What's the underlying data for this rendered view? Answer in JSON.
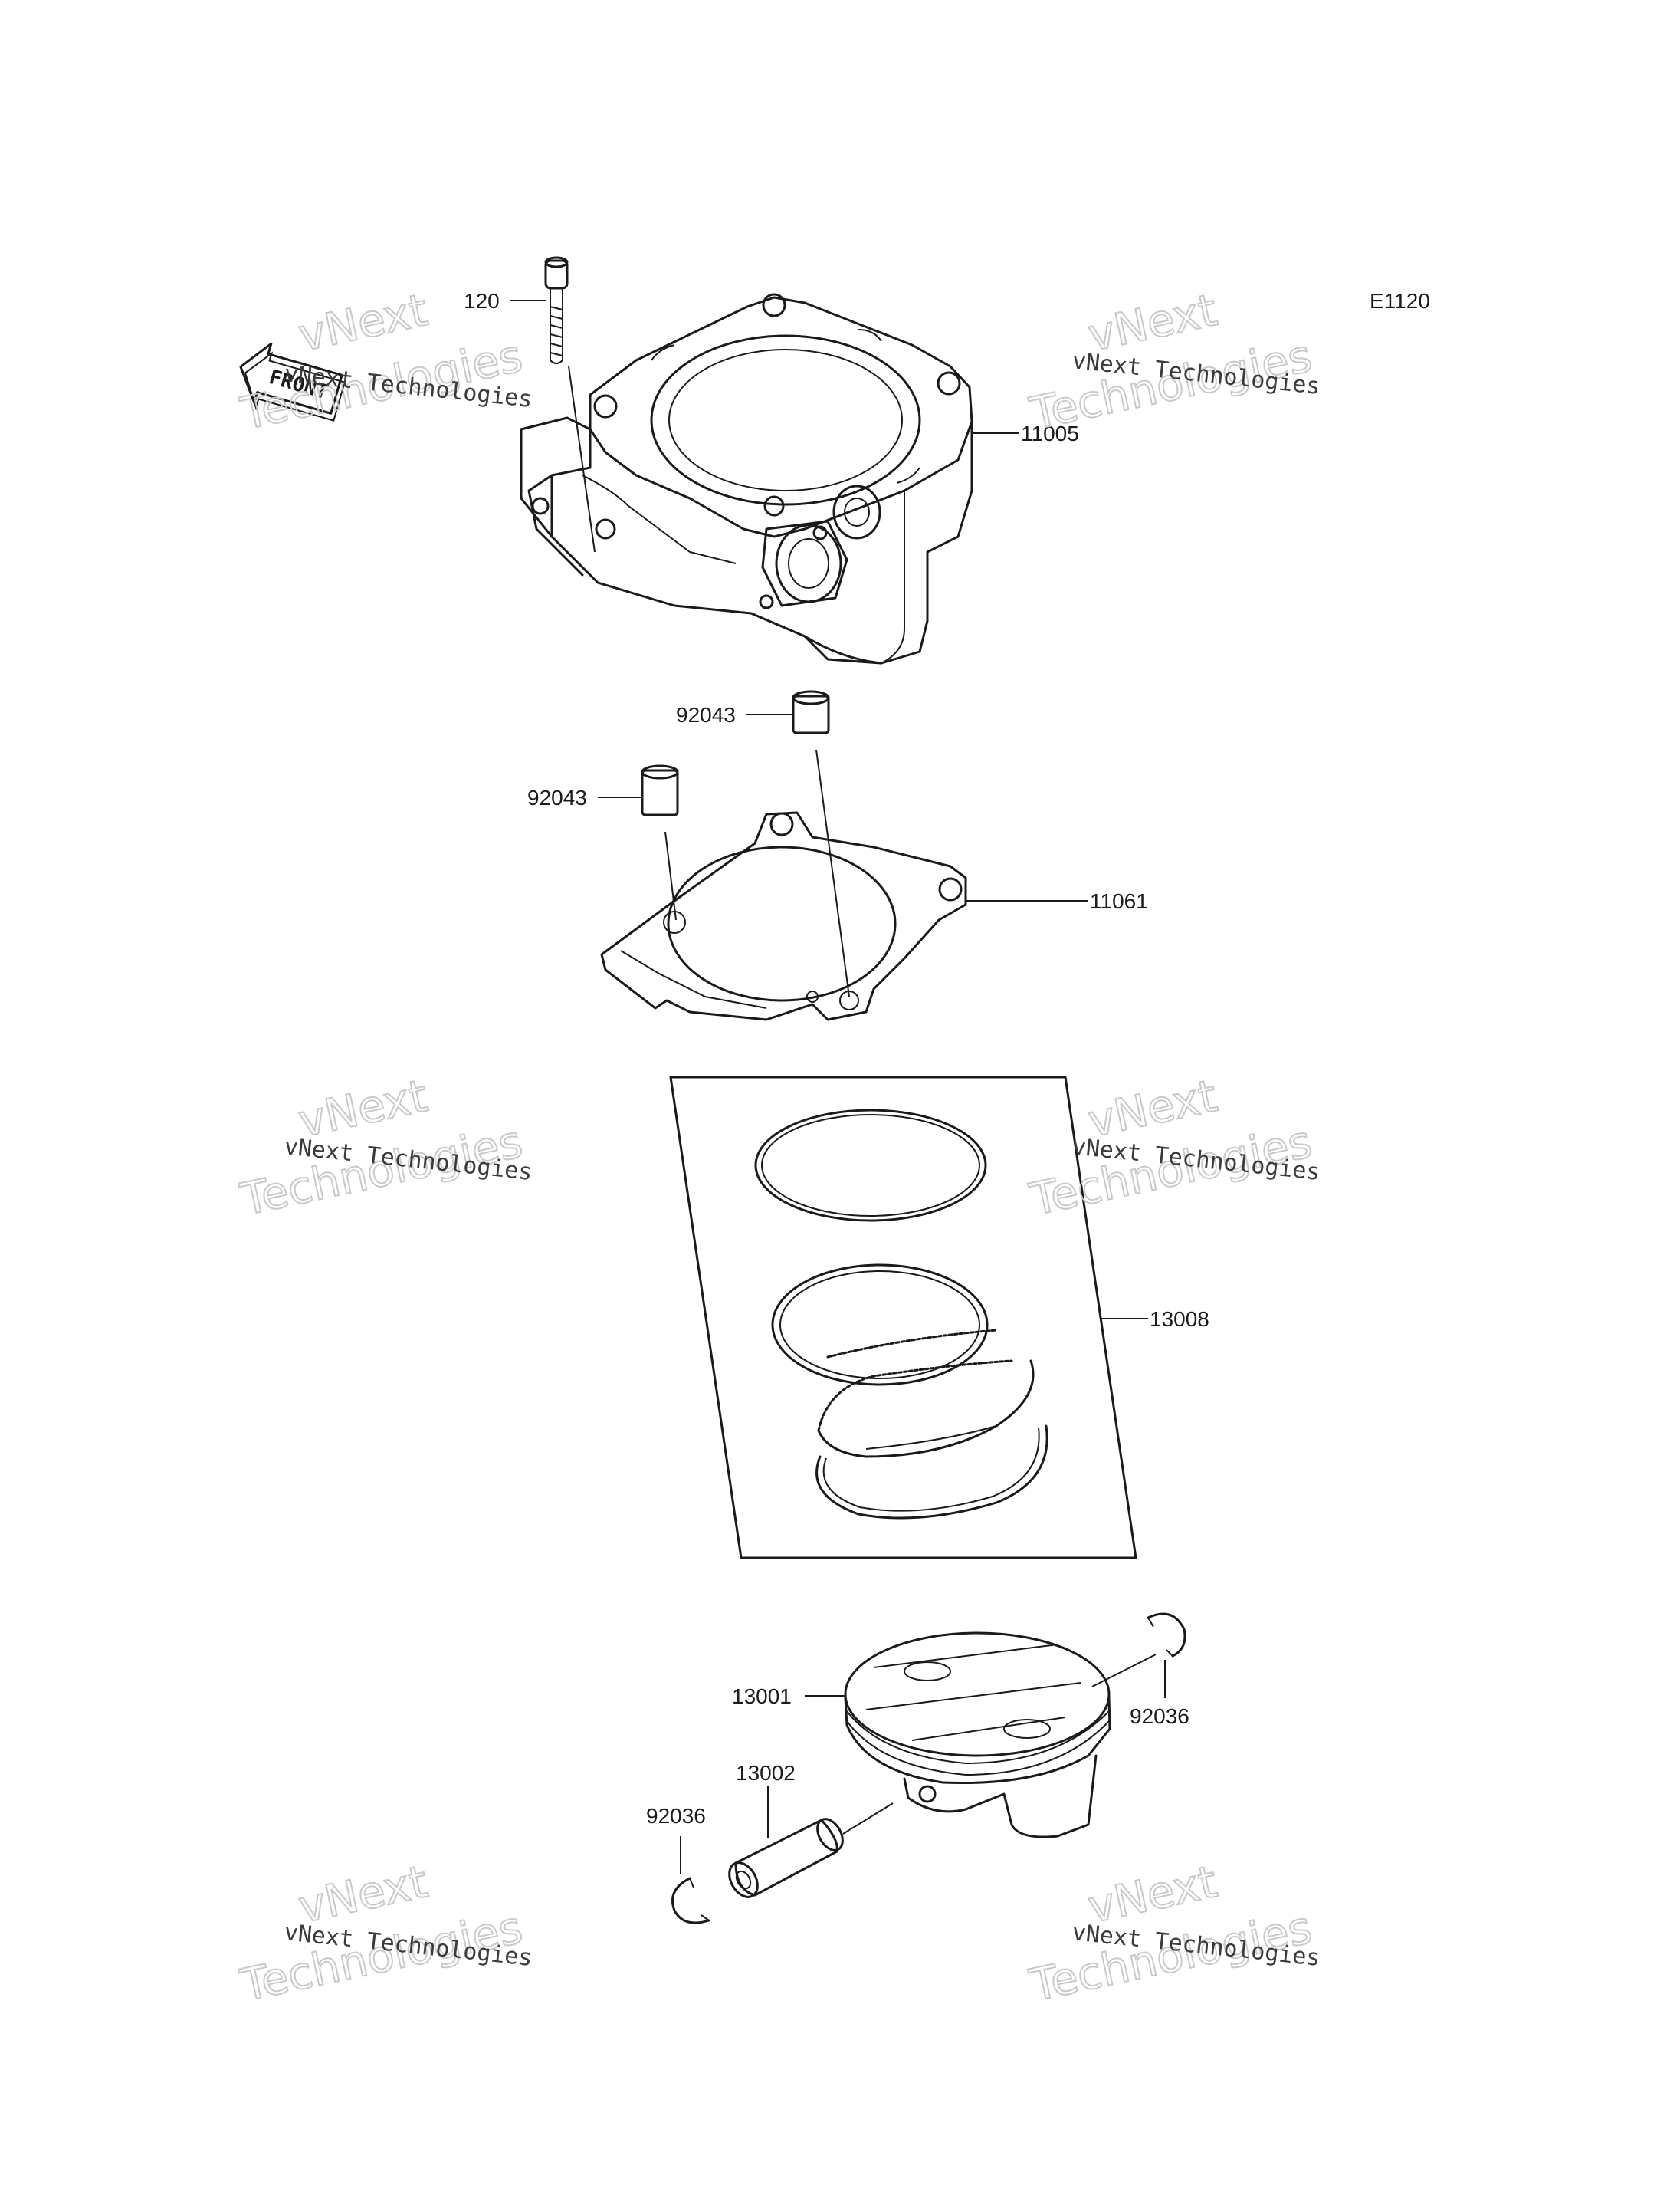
{
  "diagram_code": "E1120",
  "front_label": "FRONT",
  "watermark": {
    "line1": "vNext Technologies",
    "line2": "vNext",
    "line3": "Technologies"
  },
  "callouts": {
    "bolt": "120",
    "cylinder": "11005",
    "dowel_upper": "92043",
    "dowel_lower": "92043",
    "gasket": "11061",
    "ring_set": "13008",
    "piston": "13001",
    "piston_pin": "13002",
    "circlip_right": "92036",
    "circlip_left": "92036"
  }
}
